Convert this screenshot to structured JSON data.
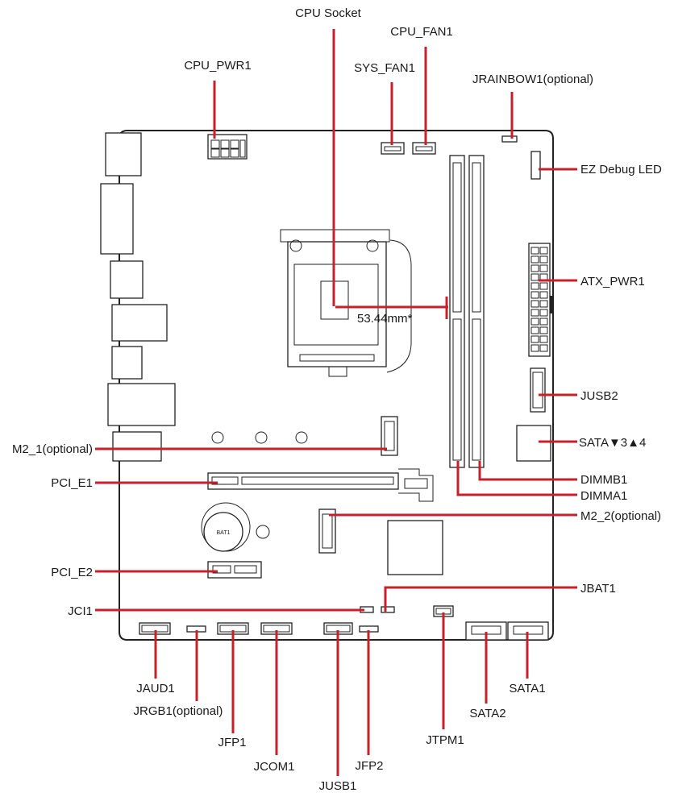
{
  "labels": {
    "cpu_socket": "CPU Socket",
    "cpu_fan1": "CPU_FAN1",
    "cpu_pwr1": "CPU_PWR1",
    "sys_fan1": "SYS_FAN1",
    "jrainbow1": "JRAINBOW1(optional)",
    "ez_debug_led": "EZ Debug LED",
    "atx_pwr1": "ATX_PWR1",
    "jusb2": "JUSB2",
    "sata34": "SATA▼3▲4",
    "dimmb1": "DIMMB1",
    "dimma1": "DIMMA1",
    "m2_2": "M2_2(optional)",
    "jbat1": "JBAT1",
    "m2_1": "M2_1(optional)",
    "pci_e1": "PCI_E1",
    "pci_e2": "PCI_E2",
    "jci1": "JCI1",
    "jaud1": "JAUD1",
    "jrgb1": "JRGB1(optional)",
    "jfp1": "JFP1",
    "jcom1": "JCOM1",
    "jusb1": "JUSB1",
    "jfp2": "JFP2",
    "jtpm1": "JTPM1",
    "sata2": "SATA2",
    "sata1": "SATA1"
  },
  "measurement": "53.44mm*",
  "battery_label": "BAT1",
  "colors": {
    "accent": "#c8202a",
    "outline": "#222222",
    "background": "#ffffff"
  }
}
